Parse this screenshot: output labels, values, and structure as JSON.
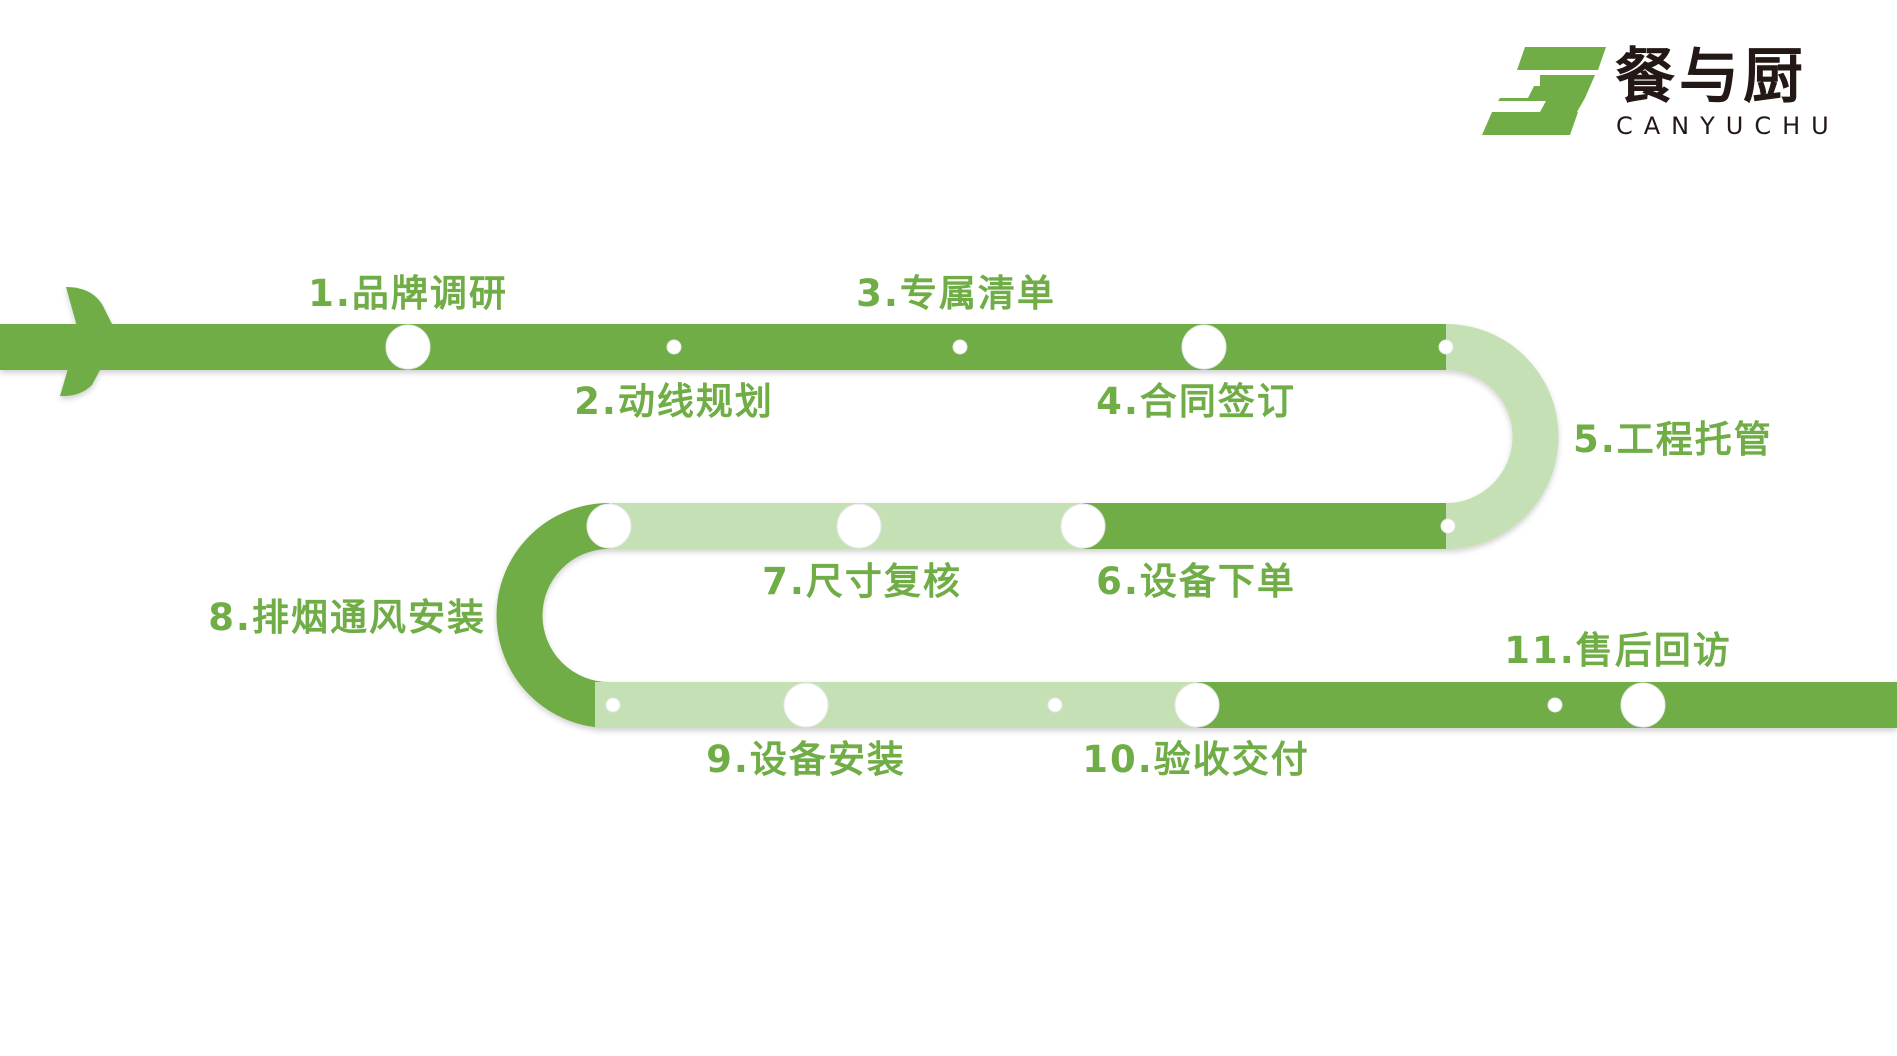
{
  "logo": {
    "name_cn": "餐与厨",
    "name_en": "CANYUCHU"
  },
  "colors": {
    "dark": "#70ad47",
    "light": "#c5e0b4",
    "node": "#ffffff",
    "text": "#70ad47"
  },
  "steps": [
    {
      "label": "1.品牌调研"
    },
    {
      "label": "2.动线规划"
    },
    {
      "label": "3.专属清单"
    },
    {
      "label": "4.合同签订"
    },
    {
      "label": "5.工程托管"
    },
    {
      "label": "6.设备下单"
    },
    {
      "label": "7.尺寸复核"
    },
    {
      "label": "8.排烟通风安装"
    },
    {
      "label": "9.设备安装"
    },
    {
      "label": "10.验收交付"
    },
    {
      "label": "11.售后回访"
    }
  ]
}
